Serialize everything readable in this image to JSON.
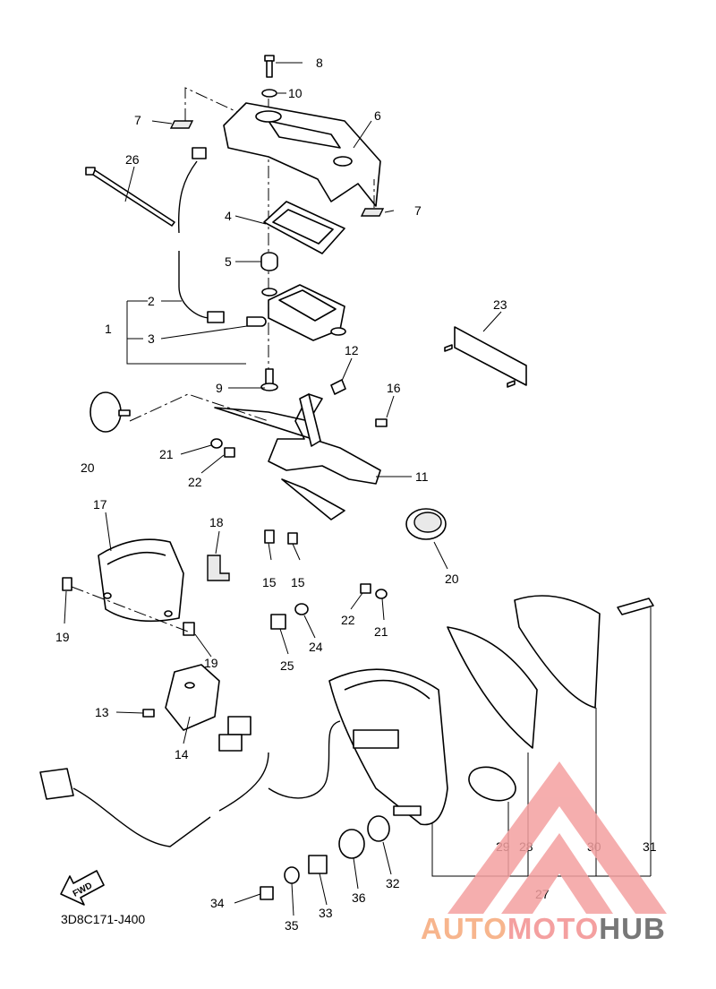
{
  "diagram_code": "3D8C171-J400",
  "fwd_arrow_label": "FWD",
  "watermark": {
    "auto": "AUTO",
    "moto": "MOTO",
    "hub": "HUB",
    "colors": [
      "#f7b58d",
      "#f4a0a0",
      "#777777"
    ]
  },
  "callouts": [
    {
      "id": "c8",
      "text": "8"
    },
    {
      "id": "c10",
      "text": "10"
    },
    {
      "id": "c7a",
      "text": "7"
    },
    {
      "id": "c6",
      "text": "6"
    },
    {
      "id": "c26",
      "text": "26"
    },
    {
      "id": "c7b",
      "text": "7"
    },
    {
      "id": "c4",
      "text": "4"
    },
    {
      "id": "c5",
      "text": "5"
    },
    {
      "id": "c2",
      "text": "2"
    },
    {
      "id": "c1",
      "text": "1"
    },
    {
      "id": "c3",
      "text": "3"
    },
    {
      "id": "c23",
      "text": "23"
    },
    {
      "id": "c12",
      "text": "12"
    },
    {
      "id": "c9",
      "text": "9"
    },
    {
      "id": "c16",
      "text": "16"
    },
    {
      "id": "c21a",
      "text": "21"
    },
    {
      "id": "c20a",
      "text": "20"
    },
    {
      "id": "c22a",
      "text": "22"
    },
    {
      "id": "c11",
      "text": "11"
    },
    {
      "id": "c17",
      "text": "17"
    },
    {
      "id": "c18",
      "text": "18"
    },
    {
      "id": "c15a",
      "text": "15"
    },
    {
      "id": "c15b",
      "text": "15"
    },
    {
      "id": "c20b",
      "text": "20"
    },
    {
      "id": "c19a",
      "text": "19"
    },
    {
      "id": "c19b",
      "text": "19"
    },
    {
      "id": "c22b",
      "text": "22"
    },
    {
      "id": "c21b",
      "text": "21"
    },
    {
      "id": "c24",
      "text": "24"
    },
    {
      "id": "c25",
      "text": "25"
    },
    {
      "id": "c13",
      "text": "13"
    },
    {
      "id": "c14",
      "text": "14"
    },
    {
      "id": "c29",
      "text": "29"
    },
    {
      "id": "c28",
      "text": "28"
    },
    {
      "id": "c30",
      "text": "30"
    },
    {
      "id": "c31",
      "text": "31"
    },
    {
      "id": "c27",
      "text": "27"
    },
    {
      "id": "c32",
      "text": "32"
    },
    {
      "id": "c34",
      "text": "34"
    },
    {
      "id": "c36",
      "text": "36"
    },
    {
      "id": "c33",
      "text": "33"
    },
    {
      "id": "c35",
      "text": "35"
    }
  ]
}
